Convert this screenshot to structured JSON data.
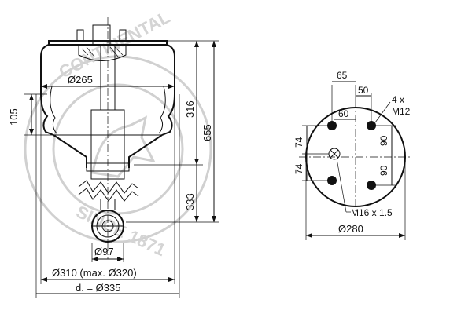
{
  "watermark": {
    "top_text": "CONTINENTAL",
    "bottom_text": "SINCE 1871",
    "color": "#d0d0d0"
  },
  "side_view": {
    "dimensions": {
      "dia_top": "Ø265",
      "height_upper": "316",
      "height_total": "655",
      "height_lower": "333",
      "height_bellow": "105",
      "dia_bottom_eye": "Ø97",
      "dia_base": "Ø310 (max. Ø320)",
      "dia_outer": "d. = Ø335"
    }
  },
  "top_view": {
    "dimensions": {
      "width_65": "65",
      "width_50": "50",
      "width_60": "60",
      "bolt_label_line1": "4 x",
      "bolt_label_line2": "M12",
      "v_74_top": "74",
      "v_74_bottom": "74",
      "v_90_top": "90",
      "v_90_bottom": "90",
      "center_bolt": "M16 x 1.5",
      "dia_plate": "Ø280"
    }
  },
  "colors": {
    "line": "#111111",
    "background": "#ffffff"
  }
}
